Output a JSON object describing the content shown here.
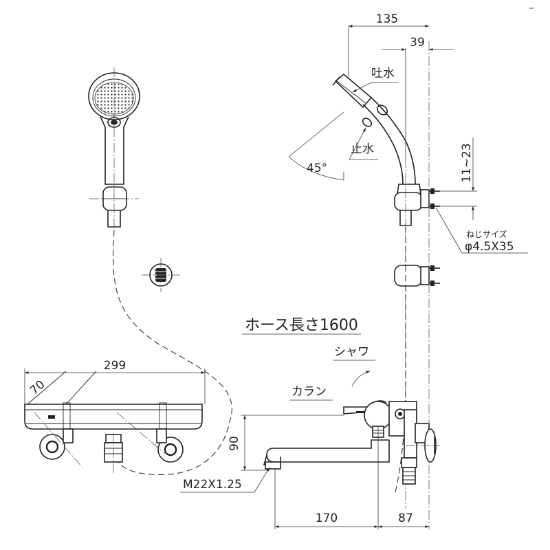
{
  "dimensions": {
    "top_total": "135",
    "top_offset": "39",
    "mount_range": "11~23",
    "angle": "45°",
    "body_width": "299",
    "body_depth": "70",
    "height": "90",
    "spout_reach": "170",
    "wall_to_center": "87"
  },
  "labels": {
    "spout_water": "吐水",
    "stop_water": "止水",
    "screw_size_title": "ねじサイズ",
    "screw_size_value": "φ4.5X35",
    "hose_length": "ホース長さ1600",
    "shower": "シャワ",
    "faucet": "カラン",
    "thread": "M22X1.25"
  }
}
